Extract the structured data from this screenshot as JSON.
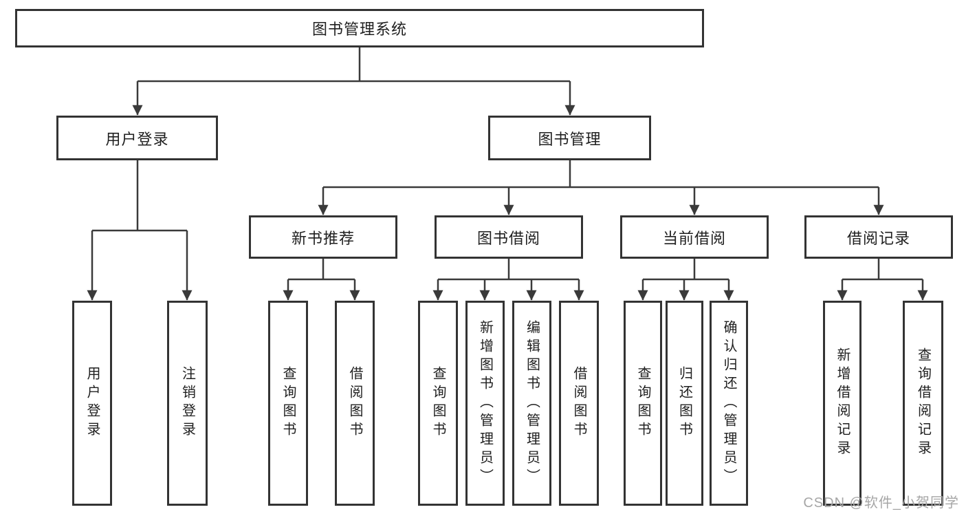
{
  "colors": {
    "line": "#3a3a3a",
    "box_border": "#333333",
    "text": "#1f1f1f",
    "watermark": "#a6a6a6",
    "background": "#ffffff"
  },
  "watermark": {
    "text": "CSDN @软件_小贺同学"
  },
  "tree": {
    "root": {
      "label": "图书管理系统"
    },
    "children": [
      {
        "label": "用户登录",
        "children": [
          {
            "label": "用户登录"
          },
          {
            "label": "注销登录"
          }
        ]
      },
      {
        "label": "图书管理",
        "children": [
          {
            "label": "新书推荐",
            "children": [
              {
                "label": "查询图书"
              },
              {
                "label": "借阅图书"
              }
            ]
          },
          {
            "label": "图书借阅",
            "children": [
              {
                "label": "查询图书"
              },
              {
                "label": "新增图书（管理员）"
              },
              {
                "label": "编辑图书（管理员）"
              },
              {
                "label": "借阅图书"
              }
            ]
          },
          {
            "label": "当前借阅",
            "children": [
              {
                "label": "查询图书"
              },
              {
                "label": "归还图书"
              },
              {
                "label": "确认归还（管理员）"
              }
            ]
          },
          {
            "label": "借阅记录",
            "children": [
              {
                "label": "新增借阅记录"
              },
              {
                "label": "查询借阅记录"
              }
            ]
          }
        ]
      }
    ]
  }
}
